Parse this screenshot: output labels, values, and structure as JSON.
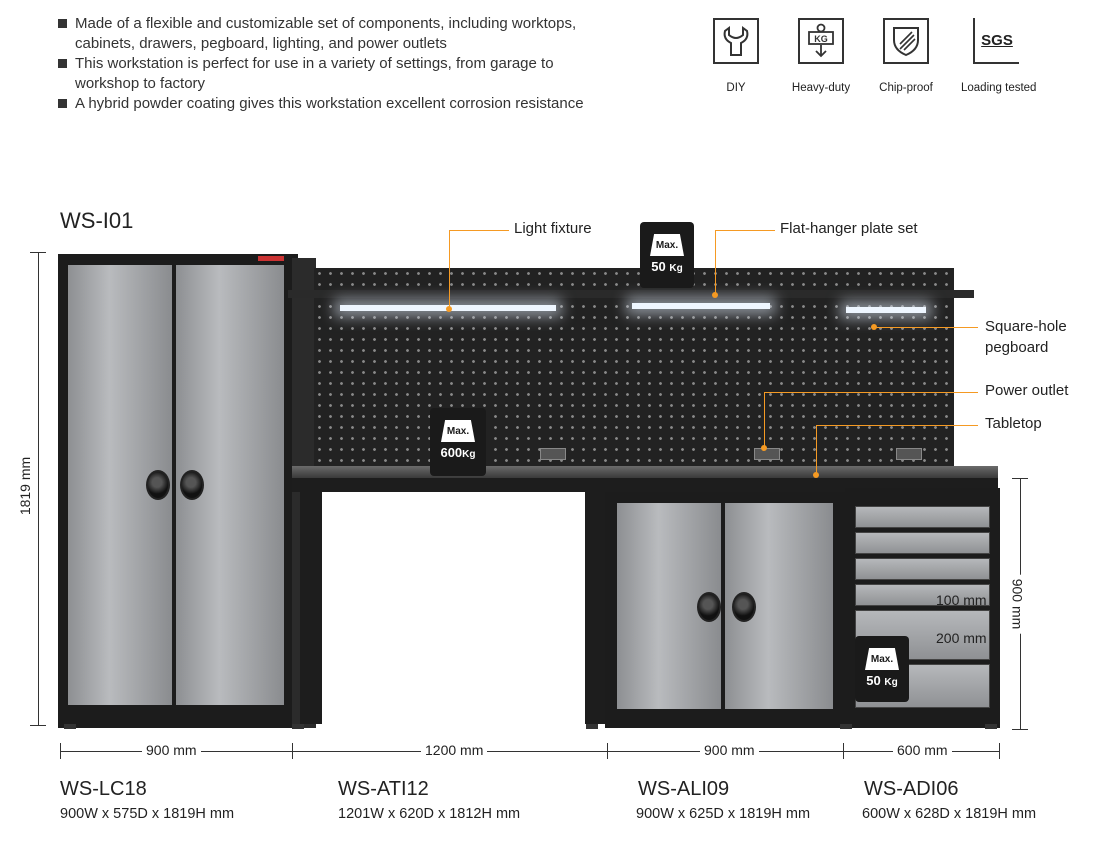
{
  "bullets": [
    "Made of a flexible and customizable set of components, including worktops, cabinets, drawers, pegboard, lighting, and power outlets",
    "This workstation is perfect for use in a variety of settings, from garage to workshop to factory",
    "A hybrid powder coating gives this workstation excellent corrosion resistance"
  ],
  "features": [
    {
      "label": "DIY",
      "icon": "wrench-icon",
      "text": ""
    },
    {
      "label": "Heavy-duty",
      "icon": "weight-kg-icon",
      "text": "KG"
    },
    {
      "label": "Chip-proof",
      "icon": "shield-icon",
      "text": ""
    },
    {
      "label": "Loading tested",
      "icon": "sgs-icon",
      "text": "SGS"
    }
  ],
  "model": "WS-I01",
  "callouts": {
    "light_fixture": "Light fixture",
    "flat_hanger": "Flat-hanger plate set",
    "square_hole": "Square-hole\npegboard",
    "power_outlet": "Power outlet",
    "tabletop": "Tabletop"
  },
  "badges": {
    "top": {
      "max": "Max.",
      "kg": "50",
      "unit": "Kg"
    },
    "mid": {
      "max": "Max.",
      "kg": "600",
      "unit": "Kg"
    },
    "drawer": {
      "max": "Max.",
      "kg": "50",
      "unit": "Kg"
    }
  },
  "dims": {
    "height": "1819 mm",
    "w1": "900 mm",
    "w2": "1200 mm",
    "w3": "900 mm",
    "w4": "600 mm",
    "right_height": "900 mm",
    "d100": "100 mm",
    "d200": "200 mm"
  },
  "products": [
    {
      "name": "WS-LC18",
      "spec": "900W x 575D x 1819H mm"
    },
    {
      "name": "WS-ATI12",
      "spec": "1201W x 620D x 1812H mm"
    },
    {
      "name": "WS-ALI09",
      "spec": "900W x 625D x 1819H mm"
    },
    {
      "name": "WS-ADI06",
      "spec": "600W x 628D x 1819H mm"
    }
  ],
  "colors": {
    "accent": "#f59a23",
    "dark": "#1a1a1a",
    "metal": "#a9abae"
  }
}
